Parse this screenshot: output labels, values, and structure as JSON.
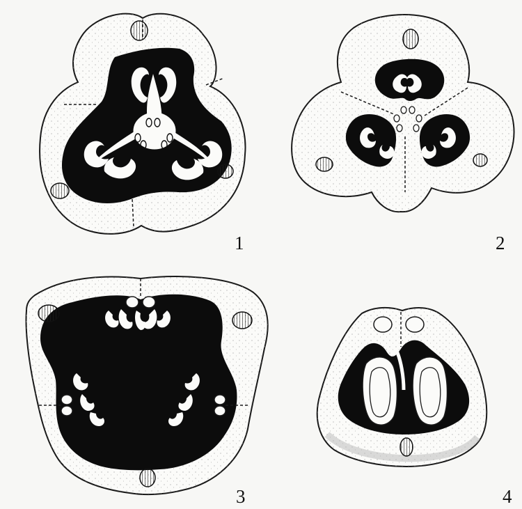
{
  "figure_labels": {
    "one": "1",
    "two": "2",
    "three": "3",
    "four": "4"
  },
  "colors": {
    "paper": "#f7f7f5",
    "tissue": "#fbfbf9",
    "cavity": "#0c0c0c",
    "line": "#1a1a1a",
    "stipple": "#8a8a8a"
  }
}
